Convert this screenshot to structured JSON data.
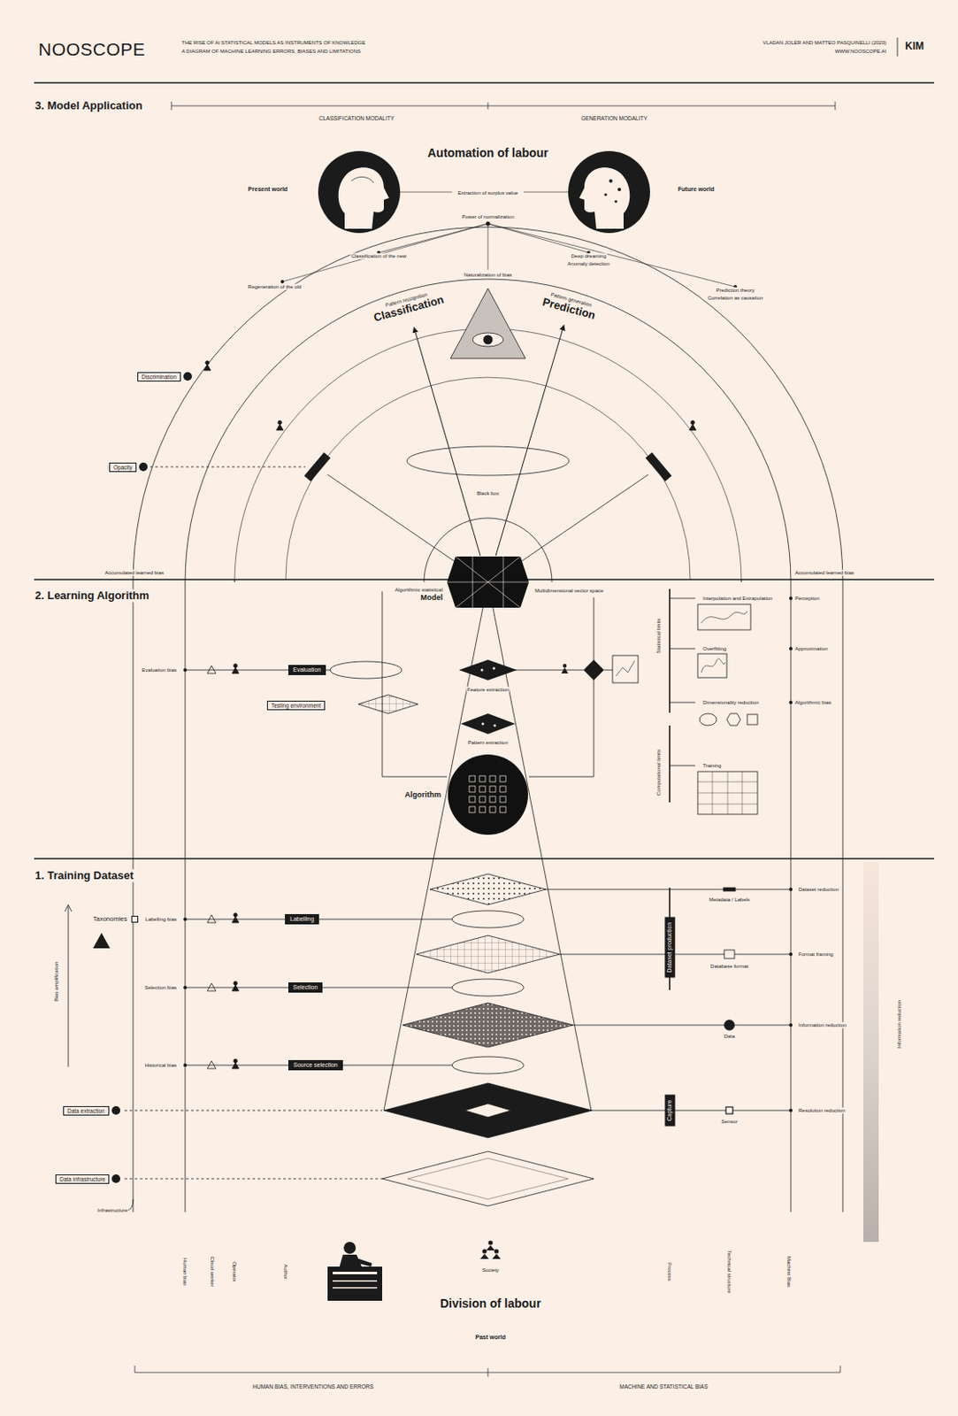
{
  "diagram": {
    "title": "NOOSCOPE",
    "nodes": [
      {
        "text": [
          "Algorithmic statistical",
          "Model"
        ]
      },
      {
        "text": [
          "Algorithm"
        ]
      },
      {
        "text": [
          "Pattern recognition",
          "Classification"
        ]
      },
      {
        "text": [
          "Pattern generation",
          "Prediction"
        ]
      },
      {
        "text": [
          "Evaluation"
        ]
      },
      {
        "text": [
          "Testing environment"
        ]
      },
      {
        "text": [
          "Labelling"
        ]
      },
      {
        "text": [
          "Selection"
        ]
      },
      {
        "text": [
          "Source selection"
        ]
      },
      {
        "text": [
          "Dataset production"
        ]
      },
      {
        "text": [
          "Capture"
        ]
      },
      {
        "text": [
          "Discrimination"
        ]
      },
      {
        "text": [
          "Opacity"
        ]
      },
      {
        "text": [
          "Data extraction"
        ]
      },
      {
        "text": [
          "Data infrastructure"
        ]
      },
      {
        "text": [
          "Taxonomies"
        ]
      }
    ],
    "edges": [
      {
        "from": 0,
        "to": 2,
        "arrow": "to"
      },
      {
        "from": 0,
        "to": 3,
        "arrow": "to"
      }
    ],
    "labels": [
      "THE RISE OF AI STATISTICAL MODELS AS INSTRUMENTS OF KNOWLEDGE",
      "A DIAGRAM OF MACHINE LEARNING ERRORS, BIASES AND LIMITATIONS",
      "VLADAN JOLER AND MATTEO PASQUINELLI (2020)",
      "WWW.NOOSCOPE.AI",
      "KIM",
      "3. Model Application",
      "CLASSIFICATION MODALITY",
      "GENERATION MODALITY",
      "Automation of labour",
      "Present world",
      "Future world",
      "Extraction of surplus value",
      "Power of normalization",
      "Classification of the new",
      "Deep dreaming",
      "Anomaly detection",
      "Regeneration of the old",
      "Naturalization of bias",
      "Prediction theory",
      "Correlation as causation",
      "Black box",
      "Accumulated learned bias",
      "Accumulated learned bias",
      "2. Learning Algorithm",
      "Evaluation bias",
      "Feature extraction",
      "Pattern extraction",
      "Multidimensional vector space",
      "Interpolation and Extrapolation",
      "Overfitting",
      "Dimensionality reduction",
      "Training",
      "Perception",
      "Approximation",
      "Algorithmic bias",
      "Statistical limits",
      "Computational limits",
      "1. Training Dataset",
      "Labelling bias",
      "Selection bias",
      "Historical bias",
      "Metadata / Labels",
      "Database format",
      "Data",
      "Sensor",
      "Dataset reduction",
      "Format framing",
      "Information reduction",
      "Resolution reduction",
      "Bias amplification",
      "Information reduction",
      "Infrastructure",
      "Human bias",
      "Cloud worker",
      "Operator",
      "Author",
      "Process",
      "Technical structure",
      "Machine Bias",
      "Society",
      "Division of labour",
      "Past world",
      "HUMAN BIAS, INTERVENTIONS AND ERRORS",
      "MACHINE AND STATISTICAL BIAS"
    ]
  }
}
